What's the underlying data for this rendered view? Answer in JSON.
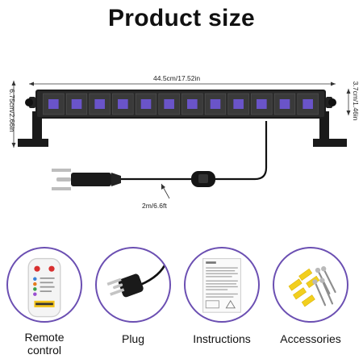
{
  "title": "Product size",
  "dimensions": {
    "width": "44.5cm/17.52in",
    "height_total": "6.75cm/2.66in",
    "height_bar": "3.7cm/1.46in",
    "cable": "2m/6.6ft"
  },
  "led_count": 12,
  "colors": {
    "accent_ring": "#6b4fb2",
    "bar_body": "#1b1b1b",
    "led": "#6a54c9"
  },
  "accessories": [
    {
      "label": "Remote\ncontrol",
      "icon": "remote-control-icon"
    },
    {
      "label": "Plug",
      "icon": "plug-icon"
    },
    {
      "label": "Instructions",
      "icon": "instructions-icon"
    },
    {
      "label": "Accessories",
      "icon": "screws-icon"
    }
  ]
}
